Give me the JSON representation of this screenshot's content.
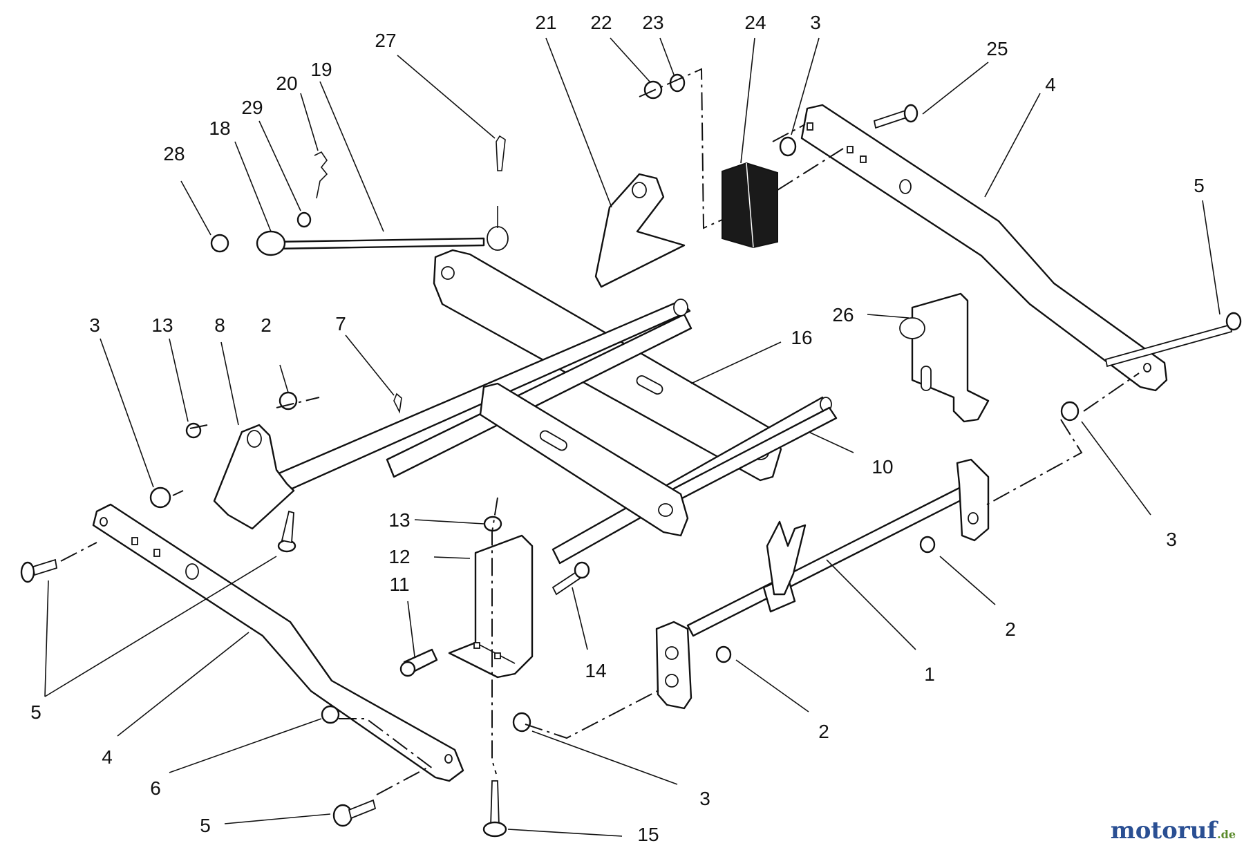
{
  "diagram": {
    "callouts": {
      "c1": "1",
      "c2a": "2",
      "c2b": "2",
      "c2c": "2",
      "c3a": "3",
      "c3b": "3",
      "c3c": "3",
      "c3d": "3",
      "c4a": "4",
      "c4b": "4",
      "c5a": "5",
      "c5b": "5",
      "c5c": "5",
      "c6": "6",
      "c7": "7",
      "c8": "8",
      "c10": "10",
      "c11": "11",
      "c12": "12",
      "c13a": "13",
      "c13b": "13",
      "c14": "14",
      "c15": "15",
      "c16": "16",
      "c18": "18",
      "c19": "19",
      "c20": "20",
      "c21": "21",
      "c22": "22",
      "c23": "23",
      "c24": "24",
      "c25": "25",
      "c26": "26",
      "c27": "27",
      "c28": "28",
      "c29": "29"
    },
    "watermark": {
      "brand": "motoruf",
      "tld": ".de"
    }
  }
}
